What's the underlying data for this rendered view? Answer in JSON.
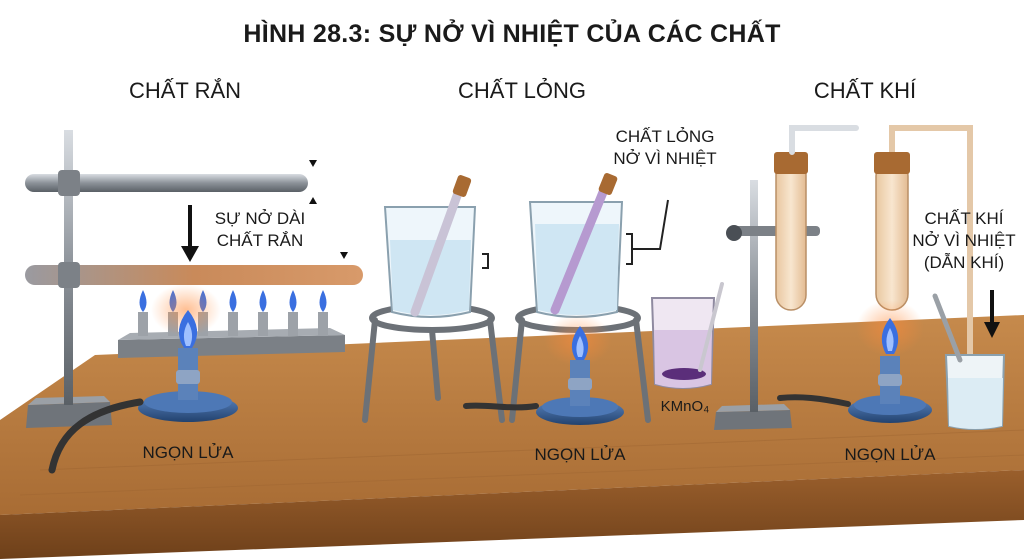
{
  "title": "HÌNH 28.3: SỰ NỞ VÌ NHIỆT CỦA CÁC CHẤT",
  "sections": {
    "solid": "CHẤT RẮN",
    "liquid": "CHẤT LỎNG",
    "gas": "CHẤT KHÍ"
  },
  "annotations": {
    "solid_expansion_line1": "SỰ NỞ DÀI",
    "solid_expansion_line2": "CHẤT RẮN",
    "liquid_expansion_line1": "CHẤT LỎNG",
    "liquid_expansion_line2": "NỞ VÌ NHIỆT",
    "gas_expansion_line1": "CHẤT KHÍ",
    "gas_expansion_line2": "NỞ VÌ NHIỆT",
    "gas_expansion_line3": "(DẪN KHÍ)",
    "kmno4": "KMnO₄"
  },
  "flame_labels": {
    "solid": "NGỌN LỬA",
    "liquid": "NGỌN LỬA",
    "gas": "NGỌN LỬA"
  },
  "colors": {
    "wood": "#b87a3e",
    "wood_dark": "#7a4a20",
    "metal": "#8a8f96",
    "burner_blue": "#2f5d9e",
    "flame_blue": "#3a6fe0",
    "flame_orange": "#f59a2a",
    "water": "#cfe6f3",
    "purple": "#6b3a8c",
    "gas_tube": "#f3d9b8"
  }
}
